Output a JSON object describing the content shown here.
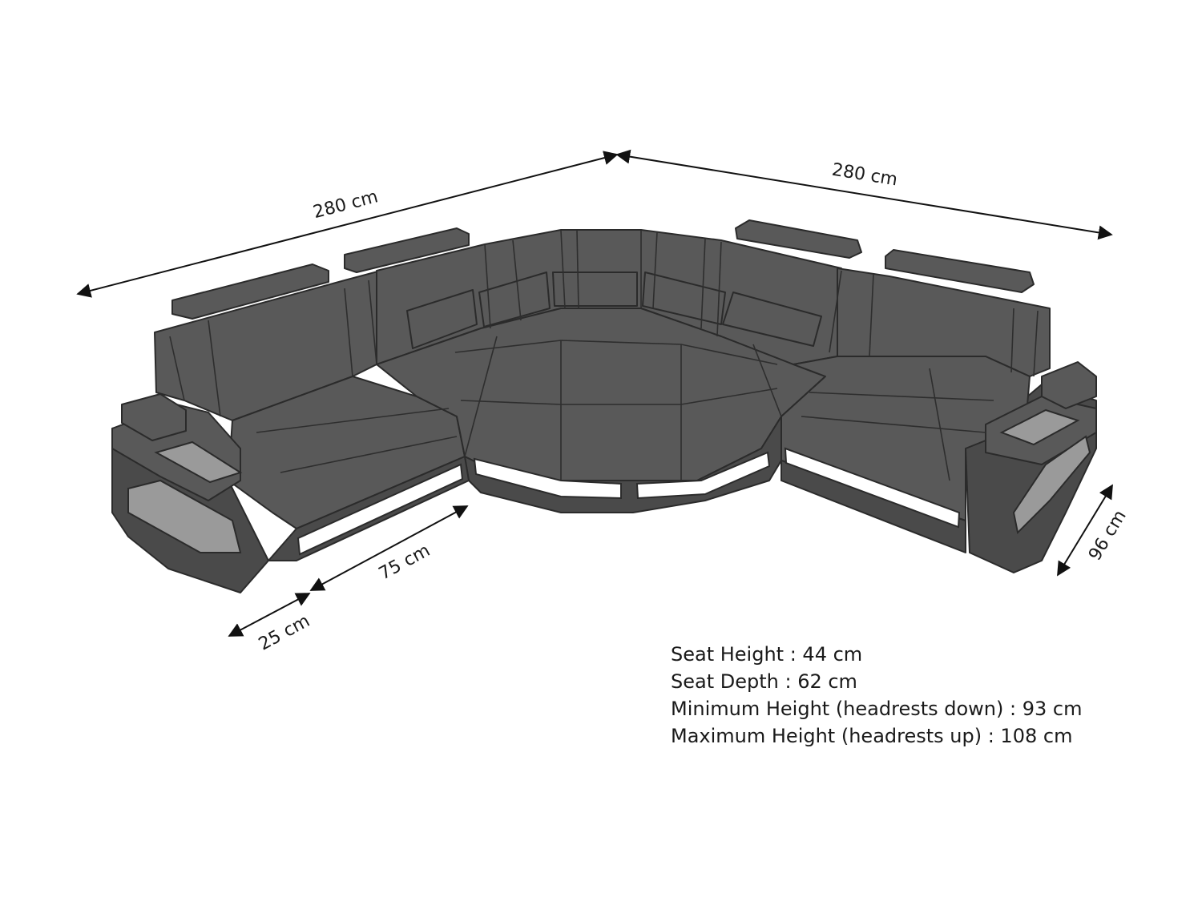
{
  "dimensions": {
    "left_width": "280 cm",
    "right_width": "280 cm",
    "chaise_seat": "75 cm",
    "arm_width": "25 cm",
    "depth": "96 cm"
  },
  "specs": {
    "seat_height": "Seat Height  : 44 cm",
    "seat_depth": "Seat Depth : 62 cm",
    "min_height": "Minimum Height (headrests down) : 93 cm",
    "max_height": "Maximum Height (headrests up) : 108 cm"
  },
  "colors": {
    "upholstery": "#595959",
    "outline": "#2b2b2b",
    "led_light": "#ffffff"
  }
}
